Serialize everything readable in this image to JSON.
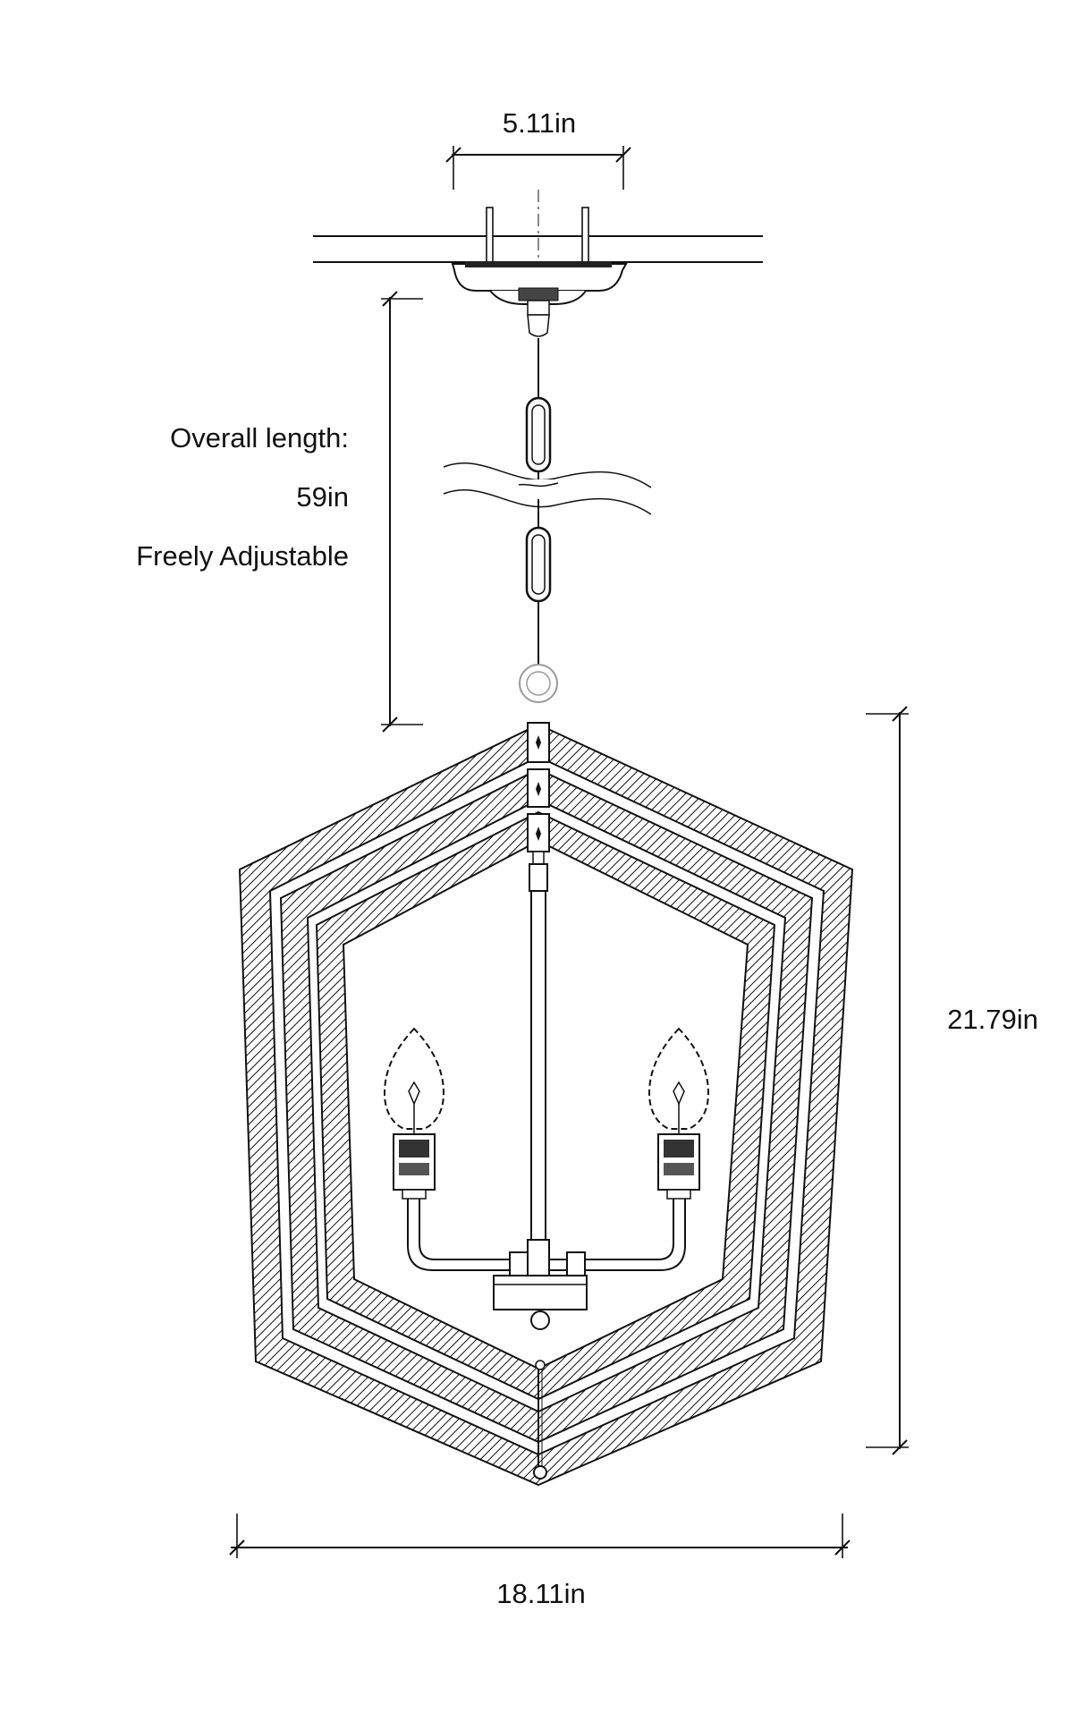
{
  "dimensions": {
    "canopy_width": "5.11in",
    "height": "21.79in",
    "width": "18.11in"
  },
  "chain_note": {
    "line1": "Overall length:",
    "line2": "59in",
    "line3": "Freely Adjustable"
  },
  "colors": {
    "ink": "#111111",
    "background": "#ffffff"
  }
}
